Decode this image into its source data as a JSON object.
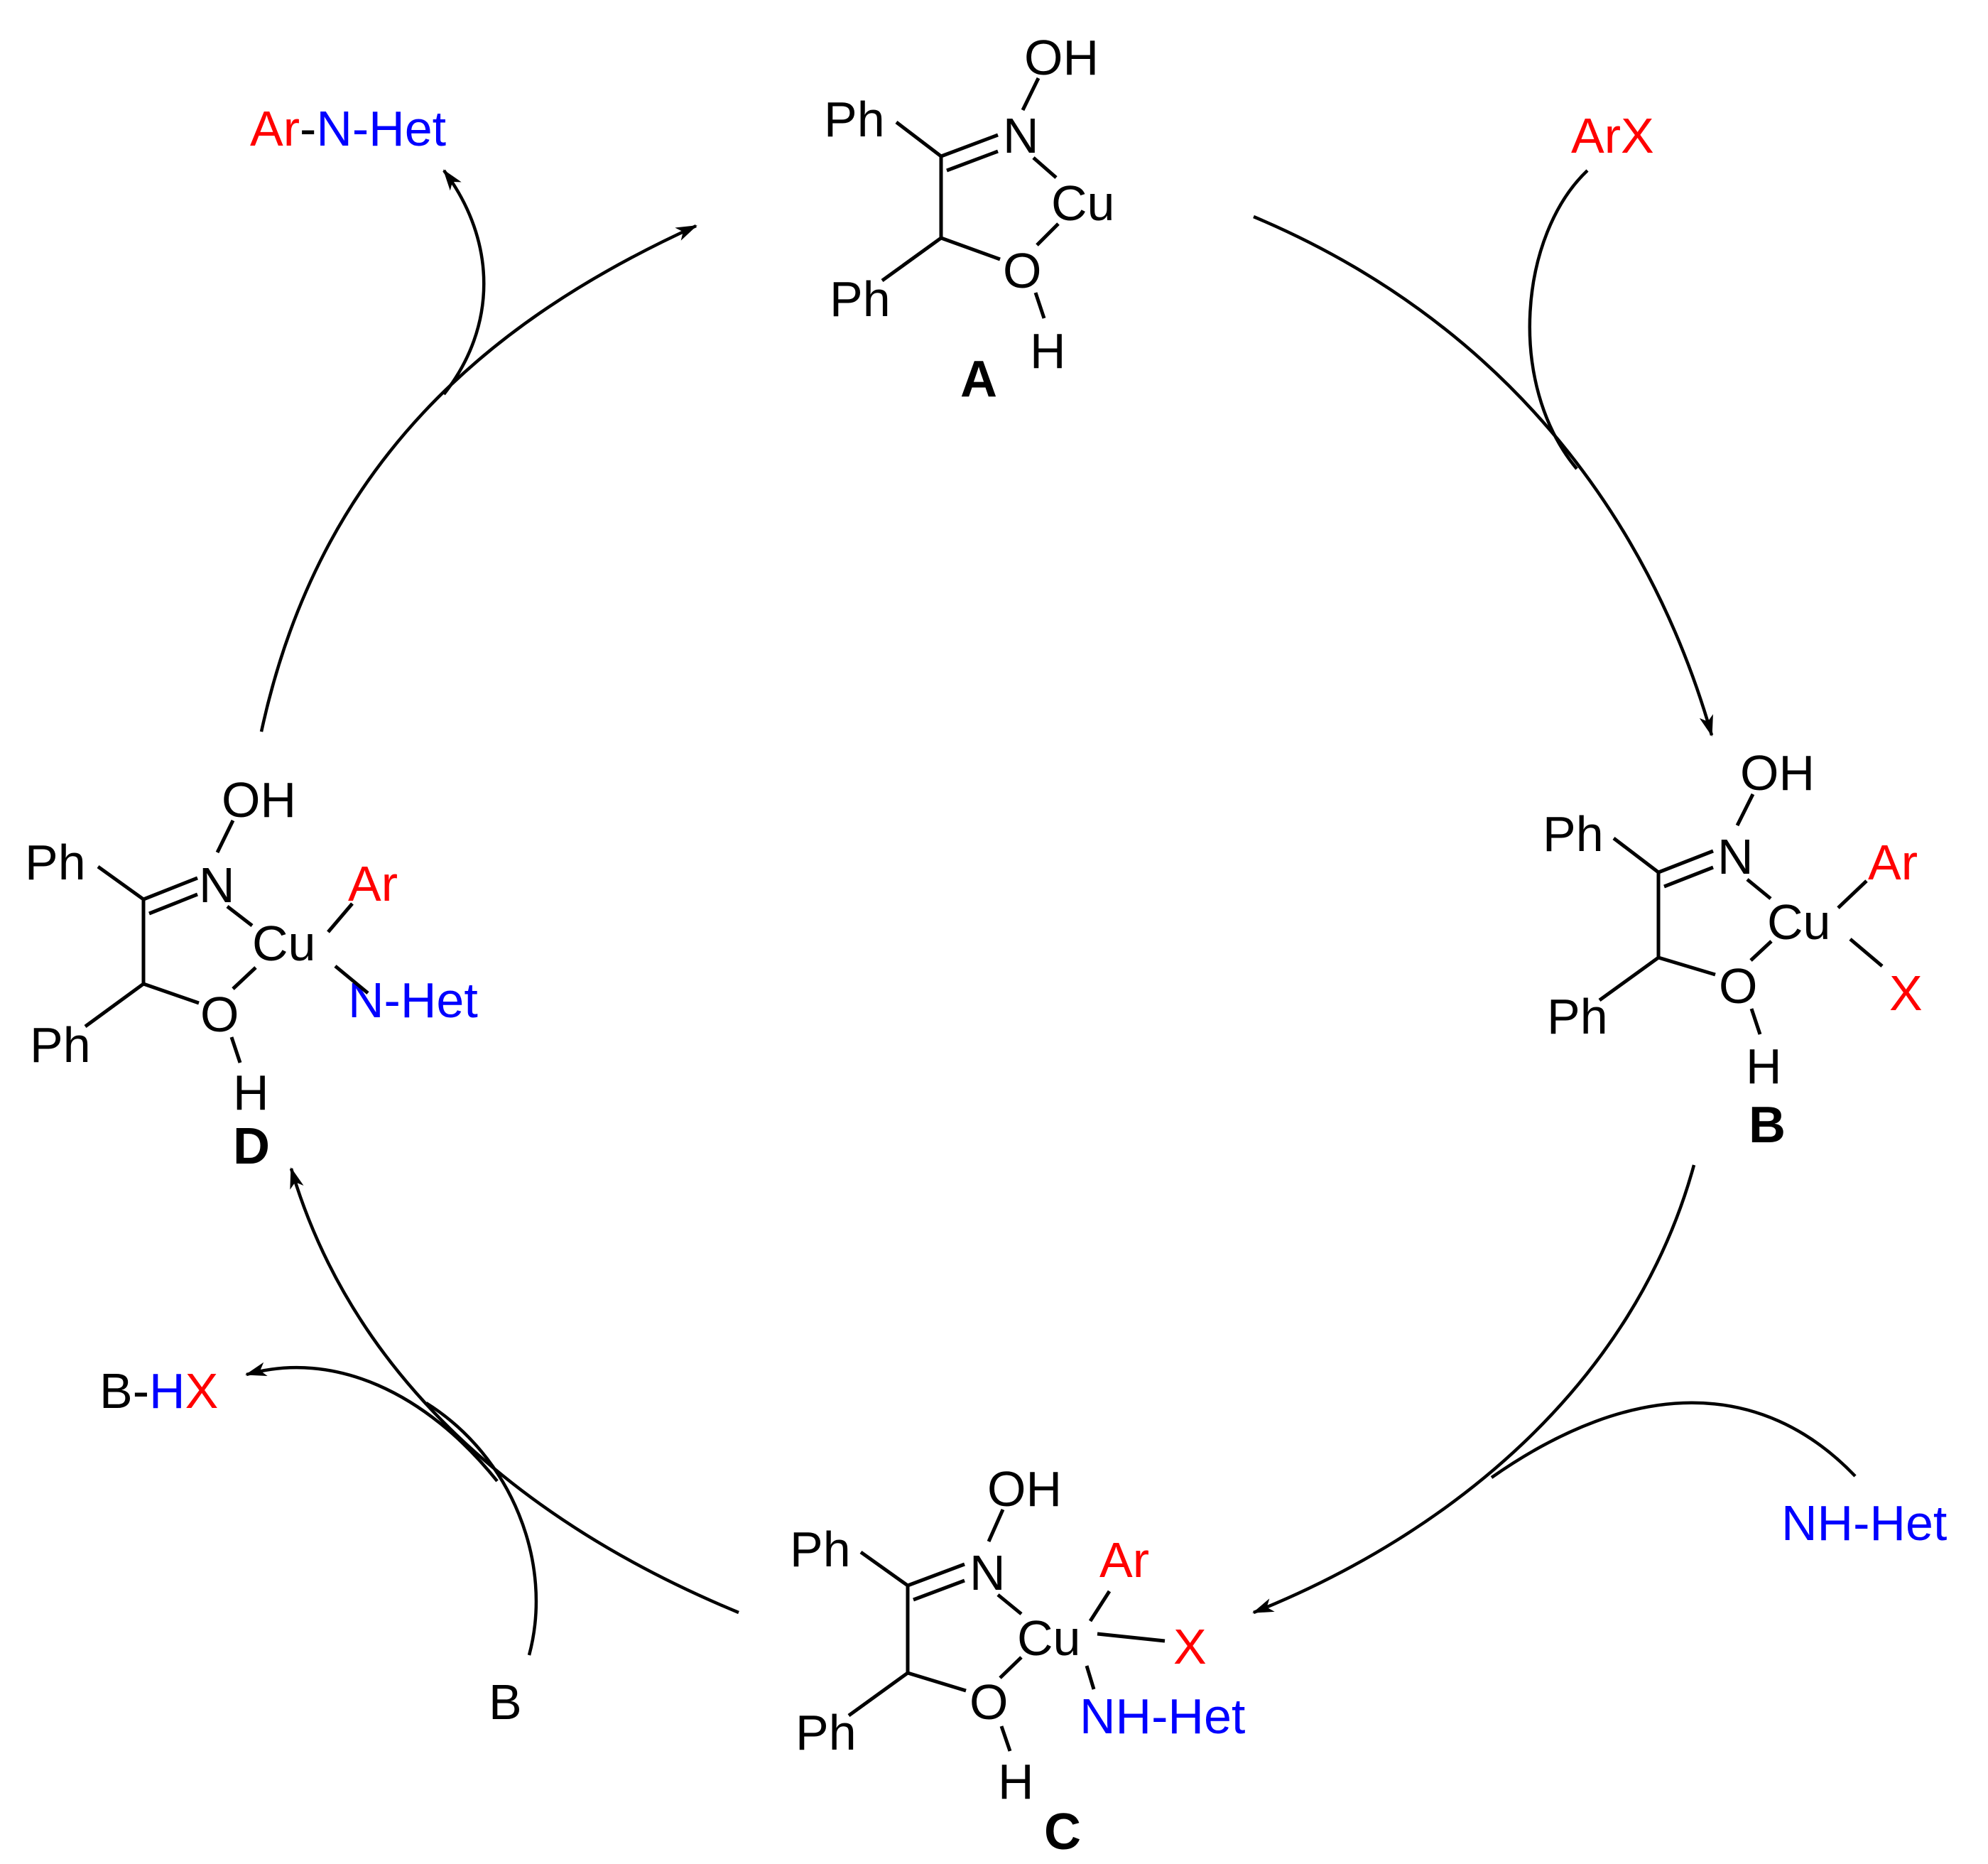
{
  "colors": {
    "red": "#ff0000",
    "blue": "#0000ff",
    "black": "#000000"
  },
  "complex_A": {
    "ph_top": "Ph",
    "ph_bottom": "Ph",
    "n": "N",
    "oh": "OH",
    "cu": "Cu",
    "o": "O",
    "h": "H",
    "id": "A"
  },
  "complex_B": {
    "ph_top": "Ph",
    "ph_bottom": "Ph",
    "n": "N",
    "oh": "OH",
    "cu": "Cu",
    "o": "O",
    "h": "H",
    "ar": "Ar",
    "x": "X",
    "id": "B"
  },
  "complex_C": {
    "ph_top": "Ph",
    "ph_bottom": "Ph",
    "n": "N",
    "oh": "OH",
    "cu": "Cu",
    "o": "O",
    "h": "H",
    "ar": "Ar",
    "x": "X",
    "nh_het": "NH-Het",
    "id": "C"
  },
  "complex_D": {
    "ph_top": "Ph",
    "ph_bottom": "Ph",
    "n": "N",
    "oh": "OH",
    "cu": "Cu",
    "o": "O",
    "h": "H",
    "ar": "Ar",
    "n_het": "N-Het",
    "id": "D"
  },
  "reagents": {
    "arx": "ArX",
    "nh_het": "NH-Het",
    "base": "B",
    "byproduct_b": "B-",
    "byproduct_h": "H",
    "byproduct_x": "X",
    "product_ar": "Ar",
    "product_dash": "-",
    "product_nhet": "N-Het"
  }
}
